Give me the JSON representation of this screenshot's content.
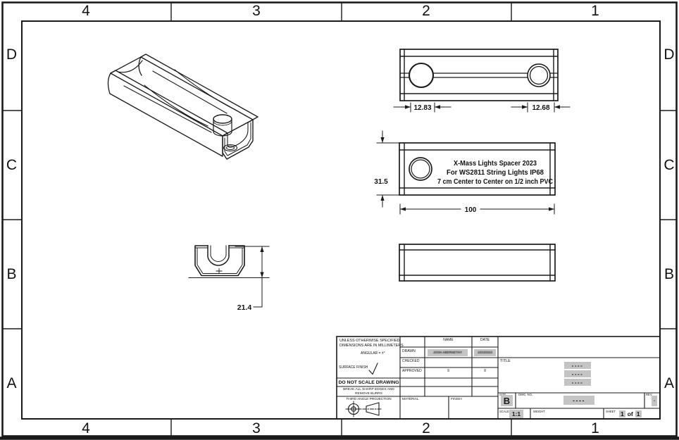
{
  "sheet": {
    "zones_horizontal": [
      "4",
      "3",
      "2",
      "1"
    ],
    "zones_vertical": [
      "D",
      "C",
      "B",
      "A"
    ]
  },
  "drawing": {
    "part_label_line1": "X-Mass Lights Spacer 2023",
    "part_label_line2": "For WS2811 String Lights IP68",
    "part_label_line3": "7 cm Center to Center on 1/2 inch PVC",
    "dims": {
      "hole_left_offset": "12.83",
      "hole_right_offset": "12.68",
      "height": "31.5",
      "length": "100",
      "width": "21.4"
    }
  },
  "title_block": {
    "tolerance_note_line1": "UNLESS OTHERWISE SPECIFIED:",
    "tolerance_note_line2": "DIMENSIONS ARE IN MILLIMETERS",
    "angular_note": "ANGULAR = ±°",
    "surface_finish_label": "SURFACE FINISH",
    "surface_finish_icon": "check-icon",
    "do_not_scale": "DO NOT SCALE DRAWING",
    "deburr_note_line1": "BREAK ALL SHARP EDGES AND",
    "deburr_note_line2": "REMOVE BURRS",
    "projection_label": "THIRD ANGLE PROJECTION",
    "projection_icon": "third-angle-projection-icon",
    "name_header": "NAME",
    "date_header": "DATE",
    "drawn_label": "DRAWN",
    "drawn_name": "JOSH ABERNETHY",
    "drawn_date": "10/23/2023",
    "checked_label": "CHECKED",
    "approved_label": "APPROVED",
    "approved_name_mark": "≡",
    "approved_date_mark": "≡",
    "material_label": "MATERIAL",
    "finish_label": "FINISH",
    "title_label": "TITLE",
    "title_redacted_lines": [
      "----",
      "----",
      "----"
    ],
    "size_label": "SIZE",
    "size_value": "B",
    "dwg_no_label": "DWG. NO.",
    "dwg_no_value": "----",
    "rev_label": "REV.",
    "rev_value": "-",
    "scale_label": "SCALE",
    "scale_value": "1:1",
    "weight_label": "WEIGHT",
    "sheet_label": "SHEET",
    "sheet_num_left": "1",
    "sheet_of": "of",
    "sheet_num_right": "1"
  },
  "colors": {
    "line": "#1a1a1a",
    "paper": "#ffffff",
    "redaction_bg": "#c4c4c4"
  }
}
